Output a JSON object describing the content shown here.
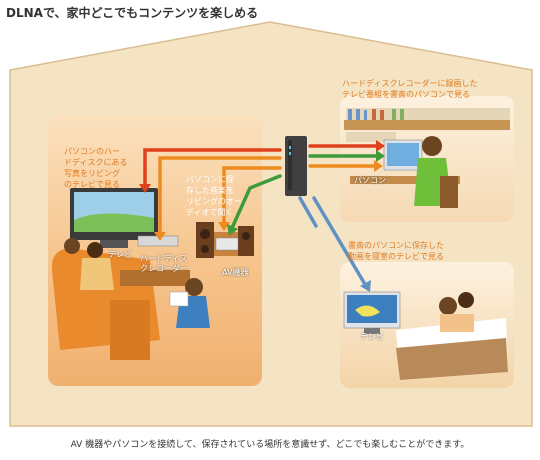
{
  "title": "DLNAで、家中どこでもコンテンツを楽しめる",
  "captions": {
    "living_photos": [
      "パソコンのハー",
      "ドディスクにある",
      "写真をリビング",
      "のテレビで見る"
    ],
    "living_music": [
      "パソコンに保",
      "存した音楽を",
      "リビングのオー",
      "ディオで聞く"
    ],
    "study_recorder": [
      "ハードディスクレコーダーに録画した",
      "テレビ番組を書斎のパソコンで見る"
    ],
    "bedroom_video": [
      "書斎のパソコンに保存した",
      "動画を寝室のテレビで見る"
    ]
  },
  "device_labels": {
    "living_tv": "テレビ",
    "hdd_recorder": [
      "ハードディス",
      "クレコーダー"
    ],
    "av": "AV機器",
    "pc": "パソコン",
    "bedroom_tv": "テレビ"
  },
  "footer": "AV 機器やパソコンを接続して、保存されている場所を意識せず、どこでも楽しむことができます。",
  "colors": {
    "red": "#e0401c",
    "orange": "#ef8a1f",
    "green": "#3f9a3a",
    "blue": "#5e92c4",
    "house_wall": "#f3e2c1",
    "house_outline": "#c9a574"
  }
}
